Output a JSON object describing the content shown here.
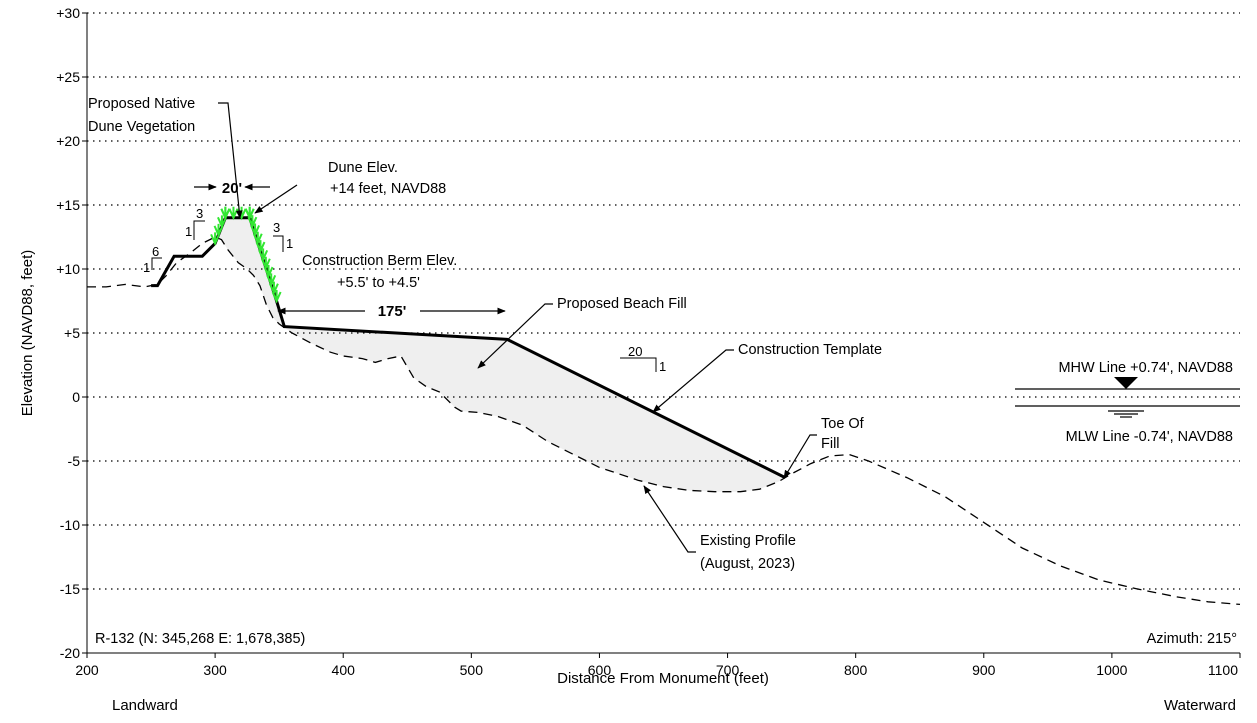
{
  "chart_data": {
    "type": "line",
    "xlabel": "Distance From Monument (feet)",
    "ylabel": "Elevation (NAVD88, feet)",
    "xlim": [
      200,
      1100
    ],
    "ylim": [
      -20,
      30
    ],
    "x_ticks": [
      "200",
      "300",
      "400",
      "500",
      "600",
      "700",
      "800",
      "900",
      "1000",
      "1100"
    ],
    "y_ticks": [
      "+30",
      "+25",
      "+20",
      "+15",
      "+10",
      "+5",
      "0",
      "-5",
      "-10",
      "-15",
      "-20"
    ],
    "grid": "horizontal dotted",
    "landward_label": "Landward",
    "waterward_label": "Waterward",
    "station_label": "R-132 (N: 345,268 E: 1,678,385)",
    "azimuth_label": "Azimuth: 215°",
    "series": [
      {
        "name": "Existing Profile",
        "style": "dashed",
        "x": [
          200,
          215,
          230,
          245,
          255,
          262,
          270,
          280,
          290,
          300,
          305,
          310,
          318,
          325,
          330,
          335,
          340,
          345,
          350,
          360,
          375,
          390,
          400,
          415,
          425,
          435,
          445,
          455,
          465,
          475,
          482,
          487,
          492,
          505,
          520,
          540,
          560,
          580,
          600,
          615,
          630,
          650,
          670,
          690,
          710,
          725,
          740,
          750,
          765,
          780,
          795,
          810,
          840,
          870,
          900,
          930,
          960,
          990,
          1020,
          1050,
          1075,
          1100
        ],
        "y": [
          8.6,
          8.6,
          8.8,
          8.6,
          8.8,
          9.5,
          10.5,
          11.2,
          12.0,
          12.5,
          12.3,
          11.5,
          10.5,
          10.0,
          9.5,
          8.7,
          7.2,
          6.2,
          5.7,
          5.0,
          4.2,
          3.5,
          3.2,
          3.0,
          2.7,
          3.0,
          3.2,
          1.5,
          0.8,
          0.4,
          -0.3,
          -0.8,
          -1.1,
          -1.2,
          -1.5,
          -2.2,
          -3.5,
          -4.5,
          -5.5,
          -6.0,
          -6.5,
          -7.0,
          -7.3,
          -7.4,
          -7.4,
          -7.2,
          -6.6,
          -6.0,
          -5.2,
          -4.6,
          -4.5,
          -5.0,
          -6.3,
          -7.8,
          -9.8,
          -11.8,
          -13.2,
          -14.3,
          -15.0,
          -15.6,
          -16.0,
          -16.2
        ]
      },
      {
        "name": "Construction Template",
        "style": "solid-bold",
        "x": [
          250,
          255,
          268,
          290,
          300,
          308,
          327,
          348,
          354,
          528,
          745
        ],
        "y": [
          8.7,
          8.7,
          11.0,
          11.0,
          12.0,
          14.0,
          14.0,
          7.5,
          5.5,
          4.5,
          -6.3
        ]
      }
    ],
    "water_levels": [
      {
        "label": "MHW Line +0.74', NAVD88",
        "y": 0.74
      },
      {
        "label": "MLW Line -0.74', NAVD88",
        "y": -0.74
      }
    ],
    "annotations": {
      "native_vegetation": [
        "Proposed Native",
        "Dune Vegetation"
      ],
      "dune_elev": [
        "Dune Elev.",
        "+14 feet, NAVD88"
      ],
      "berm_elev": [
        "Construction Berm Elev.",
        "+5.5' to +4.5'"
      ],
      "beach_fill": "Proposed Beach Fill",
      "construction_template": "Construction Template",
      "toe_of_fill": [
        "Toe Of",
        "Fill"
      ],
      "existing_profile": [
        "Existing Profile",
        "(August, 2023)"
      ],
      "dune_width": "20'",
      "berm_width": "175'",
      "slope_ratios": [
        {
          "run": "6",
          "rise": "1"
        },
        {
          "run": "3",
          "rise": "1"
        },
        {
          "run": "3",
          "rise": "1"
        },
        {
          "run": "20",
          "rise": "1"
        }
      ]
    }
  }
}
